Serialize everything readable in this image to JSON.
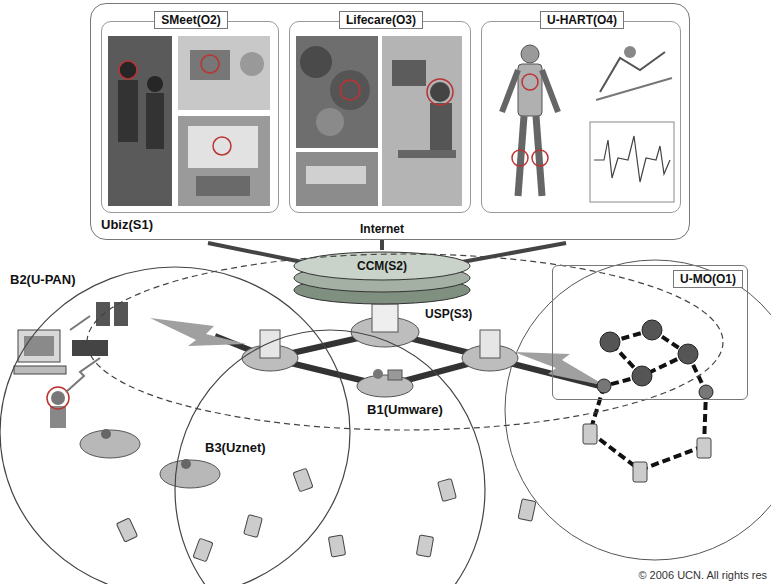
{
  "diagram": {
    "nodes": [
      {
        "text": [
          "Ubiz(S1)"
        ]
      },
      {
        "text": [
          "SMeet(O2)"
        ],
        "in": 0
      },
      {
        "text": [
          "Lifecare(O3)"
        ],
        "in": 0
      },
      {
        "text": [
          "U-HART(O4)"
        ],
        "in": 0
      },
      {
        "text": [
          "CCM(S2)"
        ]
      },
      {
        "text": [
          "B1(Umware)"
        ]
      },
      {
        "text": [
          "B2(U-PAN)"
        ]
      },
      {
        "text": [
          "U-MO(O1)"
        ]
      },
      {
        "text": [
          "B3(Uznet)"
        ]
      }
    ],
    "edges": [
      {
        "from": 0,
        "to": 4,
        "arrow": "none"
      }
    ],
    "labels": [
      "Internet",
      "USP(S3)",
      "© 2006 UCN. All rights res"
    ]
  }
}
